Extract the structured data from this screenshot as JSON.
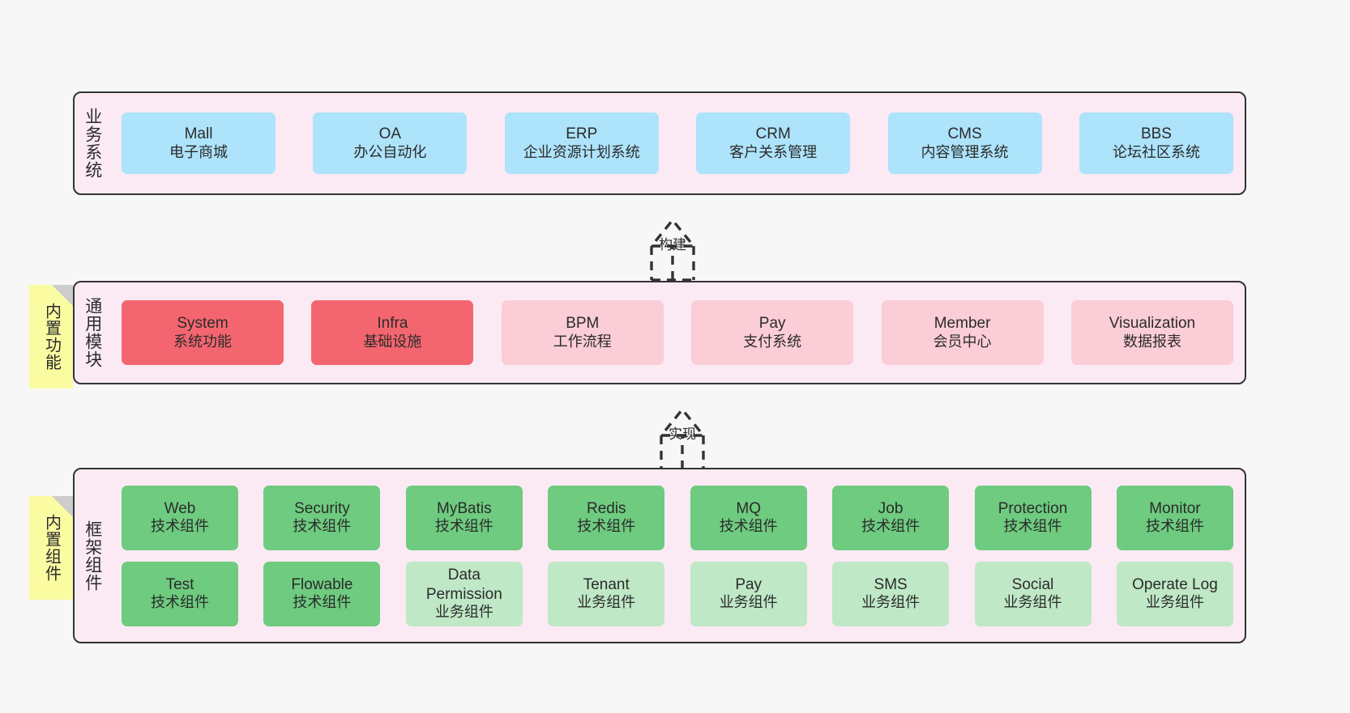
{
  "diagram": {
    "title_semantic": "layered-architecture-diagram",
    "colors": {
      "panel_bg": "#fbeaf4",
      "panel_border": "#333333",
      "business_box": "#ade3fb",
      "module_primary": "#f4666f",
      "module_secondary": "#fbcdd6",
      "tech_component": "#6ecb7f",
      "biz_component": "#bfe8c6",
      "sticky_note": "#fbfba2",
      "sticky_fold": "#cccccc",
      "canvas_bg": "#f7f7f7"
    }
  },
  "layers": [
    {
      "id": "business-systems",
      "title": "业务系统",
      "boxes": [
        {
          "en": "Mall",
          "cn": "电子商城"
        },
        {
          "en": "OA",
          "cn": "办公自动化"
        },
        {
          "en": "ERP",
          "cn": "企业资源计划系统"
        },
        {
          "en": "CRM",
          "cn": "客户关系管理"
        },
        {
          "en": "CMS",
          "cn": "内容管理系统"
        },
        {
          "en": "BBS",
          "cn": "论坛社区系统"
        }
      ]
    },
    {
      "id": "common-modules",
      "title": "通用模块",
      "sticky": "内置功能",
      "boxes": [
        {
          "en": "System",
          "cn": "系统功能",
          "tone": "primary"
        },
        {
          "en": "Infra",
          "cn": "基础设施",
          "tone": "primary"
        },
        {
          "en": "BPM",
          "cn": "工作流程",
          "tone": "secondary"
        },
        {
          "en": "Pay",
          "cn": "支付系统",
          "tone": "secondary"
        },
        {
          "en": "Member",
          "cn": "会员中心",
          "tone": "secondary"
        },
        {
          "en": "Visualization",
          "cn": "数据报表",
          "tone": "secondary"
        }
      ]
    },
    {
      "id": "framework-components",
      "title": "框架组件",
      "sticky": "内置组件",
      "row1": [
        {
          "en": "Web",
          "cn": "技术组件"
        },
        {
          "en": "Security",
          "cn": "技术组件"
        },
        {
          "en": "MyBatis",
          "cn": "技术组件"
        },
        {
          "en": "Redis",
          "cn": "技术组件"
        },
        {
          "en": "MQ",
          "cn": "技术组件"
        },
        {
          "en": "Job",
          "cn": "技术组件"
        },
        {
          "en": "Protection",
          "cn": "技术组件"
        },
        {
          "en": "Monitor",
          "cn": "技术组件"
        }
      ],
      "row2": [
        {
          "en": "Test",
          "cn": "技术组件",
          "tone": "tech"
        },
        {
          "en": "Flowable",
          "cn": "技术组件",
          "tone": "tech"
        },
        {
          "en": "Data Permission",
          "cn": "业务组件",
          "tone": "biz"
        },
        {
          "en": "Tenant",
          "cn": "业务组件",
          "tone": "biz"
        },
        {
          "en": "Pay",
          "cn": "业务组件",
          "tone": "biz"
        },
        {
          "en": "SMS",
          "cn": "业务组件",
          "tone": "biz"
        },
        {
          "en": "Social",
          "cn": "业务组件",
          "tone": "biz"
        },
        {
          "en": "Operate Log",
          "cn": "业务组件",
          "tone": "biz"
        }
      ]
    }
  ],
  "connectors": [
    {
      "id": "build-arrow",
      "label": "构建",
      "direction": "up",
      "style": "dashed-hollow"
    },
    {
      "id": "implement-arrow",
      "label": "实现",
      "direction": "up",
      "style": "dashed-hollow"
    }
  ]
}
